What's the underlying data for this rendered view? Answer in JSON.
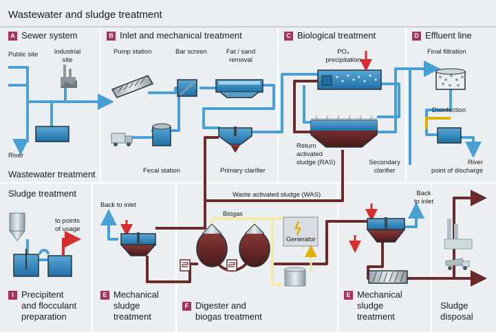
{
  "title": "Wastewater and sludge treatment",
  "sections": {
    "sewer": {
      "badge": "A",
      "title": "Sewer system"
    },
    "inlet": {
      "badge": "B",
      "title": "Inlet and mechanical treatment"
    },
    "bio": {
      "badge": "C",
      "title": "Biological treatment"
    },
    "effluent": {
      "badge": "D",
      "title": "Effluent line"
    },
    "mech1": {
      "badge": "E",
      "line1": "Mechanical",
      "line2": "sludge",
      "line3": "treatment"
    },
    "digester": {
      "badge": "F",
      "line1": "Digester and",
      "line2": "biogas treatment"
    },
    "mech2": {
      "badge": "E",
      "line1": "Mechanical",
      "line2": "sludge",
      "line3": "treatment"
    },
    "precip": {
      "badge": "I",
      "line1": "Precipitent",
      "line2": "and flocculant",
      "line3": "preparation"
    },
    "disposal": {
      "line1": "Sludge",
      "line2": "disposal"
    }
  },
  "group_labels": {
    "wastewater": "Wastewater treatment",
    "sludge": "Sludge treatment"
  },
  "labels": {
    "public_site": "Public site",
    "industrial_site_1": "Industrial",
    "industrial_site_2": "site",
    "river": "River",
    "pump_station": "Pump station",
    "bar_screen": "Bar screen",
    "fat_removal_1": "Fat / sand",
    "fat_removal_2": "removal",
    "fecal_station": "Fecal station",
    "primary_clarifier": "Primary clarifier",
    "po4_1": "PO₄",
    "po4_2": "precipitation",
    "return_1": "Return",
    "return_2": "activated",
    "return_3": "sludge (RAS)",
    "secondary_1": "Secondary",
    "secondary_2": "clarifier",
    "final_filtration": "Final filtration",
    "disinfection": "Disinfection",
    "river_discharge_1": "River",
    "river_discharge_2": "point of discharge",
    "was": "Waste activated sludge (WAS)",
    "back_to_inlet_1": "Back to inlet",
    "back_to_inlet_2a": "Back",
    "back_to_inlet_2b": "to inlet",
    "biogas": "Biogas",
    "generator": "Generator",
    "points_of_usage_1": "to points",
    "points_of_usage_2": "of usage"
  },
  "colors": {
    "water": "#4a9fd4",
    "sludge": "#6b2a2a",
    "dosing": "#d32f2f",
    "biogas": "#f3e9a9",
    "badge": "#a8325e"
  }
}
